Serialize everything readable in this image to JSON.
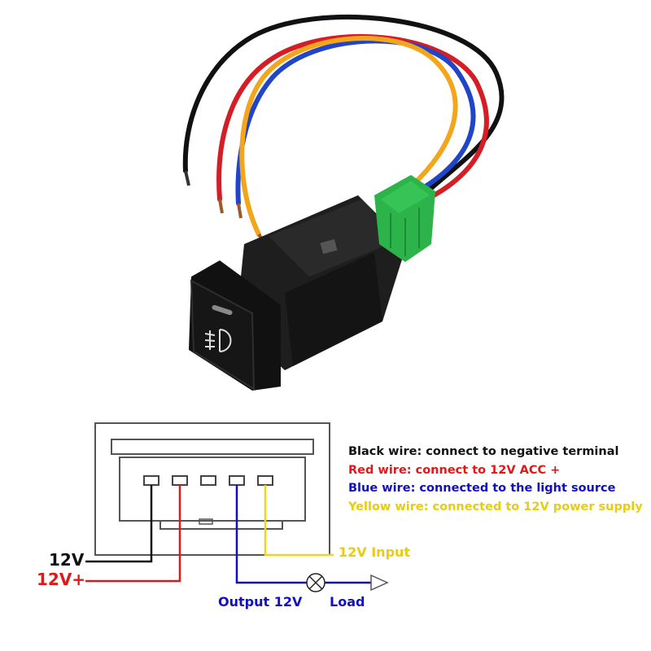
{
  "colors": {
    "black": "#111111",
    "red": "#e01818",
    "blue": "#1010c0",
    "yellow": "#f2d21b",
    "connector_green": "#2cb34a",
    "switch_body": "#1a1a1a",
    "diagram_outline": "#555555"
  },
  "switch_icon": "fog-light-icon",
  "legend": [
    {
      "text": "Black wire: connect to negative terminal",
      "color": "#111111"
    },
    {
      "text": "Red wire: connect to 12V ACC +",
      "color": "#e01818"
    },
    {
      "text": "Blue wire: connected to the light source",
      "color": "#1010c0"
    },
    {
      "text": "Yellow wire: connected to 12V power supply",
      "color": "#e8cc10"
    }
  ],
  "labels": {
    "black_12v": "12V",
    "red_12v_plus": "12V+",
    "yellow_input": "12V Input",
    "blue_output": "Output 12V",
    "load": "Load"
  }
}
